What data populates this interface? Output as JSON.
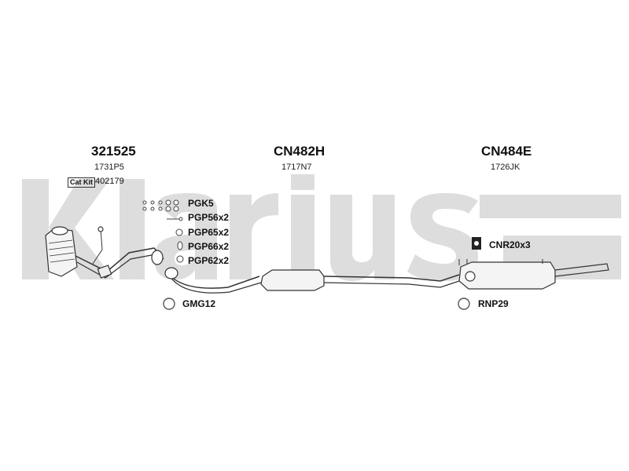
{
  "watermark": {
    "text": "Klarius",
    "color": "#dcdcdc"
  },
  "sections": [
    {
      "code": "321525",
      "ref": "1731P5"
    },
    {
      "code": "CN482H",
      "ref": "1717N7"
    },
    {
      "code": "CN484E",
      "ref": "1726JK"
    }
  ],
  "catkit": {
    "label": "Cat Kit",
    "number": "402179"
  },
  "parts": {
    "pgk5": "PGK5",
    "pgp56": "PGP56x2",
    "pgp65": "PGP65x2",
    "pgp66": "PGP66x2",
    "pgp62": "PGP62x2",
    "gmg12": "GMG12",
    "cnr20": "CNR20x3",
    "rnp29": "RNP29"
  }
}
